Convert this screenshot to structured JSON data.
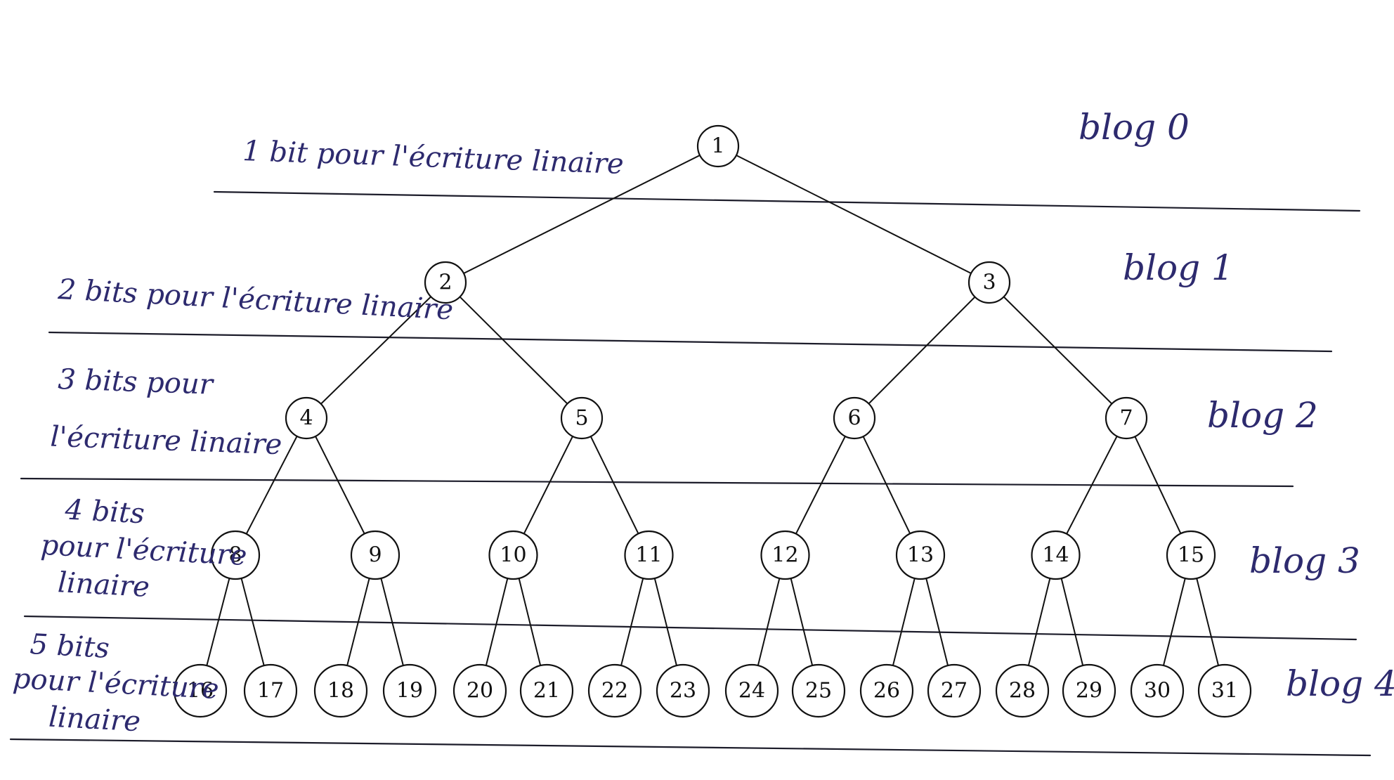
{
  "colors": {
    "ink": "#111111",
    "handwriting": "#2d2a6e"
  },
  "tree": {
    "nodes": [
      "1",
      "2",
      "3",
      "4",
      "5",
      "6",
      "7",
      "8",
      "9",
      "10",
      "11",
      "12",
      "13",
      "14",
      "15",
      "16",
      "17",
      "18",
      "19",
      "20",
      "21",
      "22",
      "23",
      "24",
      "25",
      "26",
      "27",
      "28",
      "29",
      "30",
      "31"
    ]
  },
  "levels": [
    {
      "annotation": [
        "1 bit pour l'écriture linaire"
      ],
      "level_label": "blog 0"
    },
    {
      "annotation": [
        "2 bits pour l'écriture linaire"
      ],
      "level_label": "blog 1"
    },
    {
      "annotation": [
        "3 bits pour",
        "l'écriture linaire"
      ],
      "level_label": "blog 2"
    },
    {
      "annotation": [
        "4 bits",
        "pour l'écriture",
        "linaire"
      ],
      "level_label": "blog 3"
    },
    {
      "annotation": [
        "5 bits",
        "pour l'écriture",
        "linaire"
      ],
      "level_label": "blog 4"
    }
  ]
}
